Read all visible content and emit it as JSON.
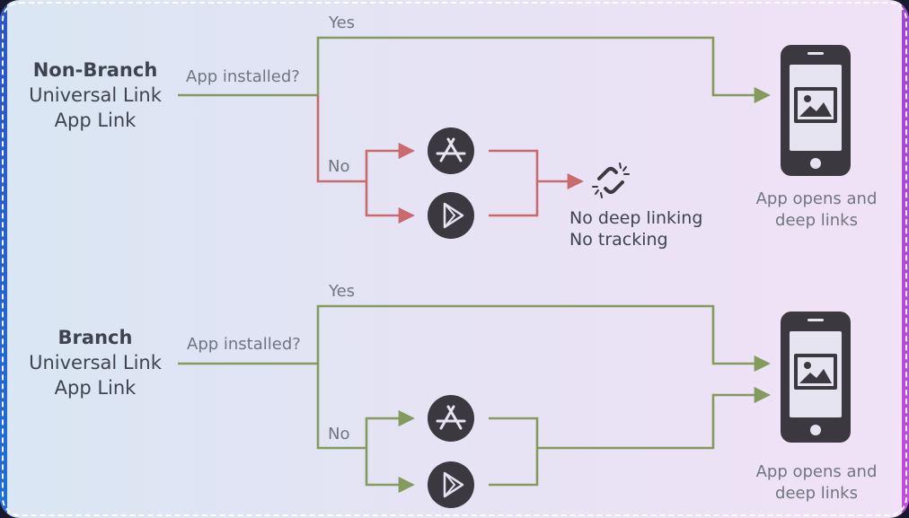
{
  "top": {
    "title": "Non-Branch",
    "line2": "Universal Link",
    "line3": "App Link",
    "question": "App installed?",
    "yes": "Yes",
    "no": "No",
    "fail_line1": "No deep linking",
    "fail_line2": "No tracking",
    "result_line1": "App opens and",
    "result_line2": "deep links"
  },
  "bottom": {
    "title": "Branch",
    "line2": "Universal Link",
    "line3": "App Link",
    "question": "App installed?",
    "yes": "Yes",
    "no": "No",
    "result_line1": "App opens and",
    "result_line2": "deep links"
  },
  "colors": {
    "green": "#859a5d",
    "red": "#c96a6e",
    "icon_dark": "#3c3840"
  },
  "icons": {
    "app_store": "app-store-icon",
    "play_store": "play-store-icon",
    "broken_link": "broken-link-icon",
    "phone": "phone-icon"
  }
}
